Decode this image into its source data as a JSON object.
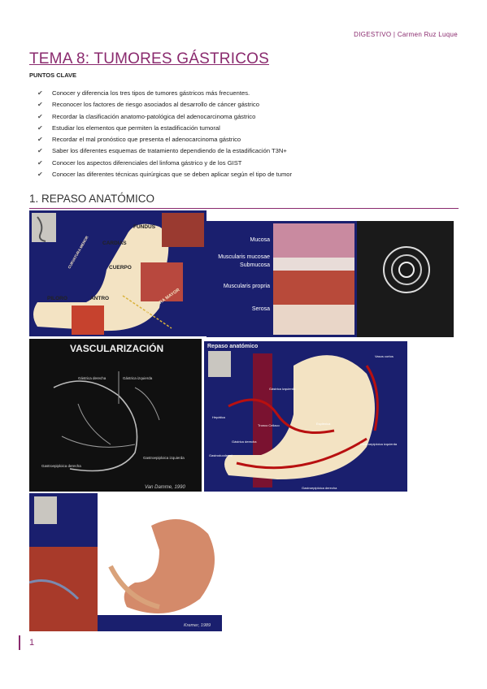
{
  "header": {
    "right_text": "DIGESTIVO | Carmen Ruz Luque"
  },
  "title": "TEMA 8: TUMORES GÁSTRICOS",
  "subtitle": "PUNTOS CLAVE",
  "key_points": [
    "Conocer y diferencia los tres tipos de tumores gástricos más frecuentes.",
    "Reconocer los factores de riesgo asociados al desarrollo de cáncer gástrico",
    "Recordar la clasificación anatomo-patológica del adenocarcinoma gástrico",
    "Estudiar los elementos que permiten la estadificación tumoral",
    "Recordar el mal pronóstico que presenta el adenocarcinoma gástrico",
    "Saber los diferentes esquemas de tratamiento dependiendo de la estadificación T3N+",
    "Conocer los aspectos diferenciales del linfoma gástrico y de los GIST",
    "Conocer las diferentes técnicas quirúrgicas que se deben aplicar según el tipo de tumor"
  ],
  "section": {
    "number": "1.",
    "title": "REPASO ANATÓMICO"
  },
  "figures": {
    "stomach_regions": {
      "labels": [
        "FUNDUS",
        "CARDIAS",
        "CUERPO",
        "PILORO",
        "ANTRO",
        "CURVATURA MAYOR",
        "CURVATURA MENOR"
      ]
    },
    "wall_layers": {
      "labels": [
        "Mucosa",
        "Muscularis mucosae",
        "Submucosa",
        "Muscularis propria",
        "Serosa"
      ]
    },
    "vascularization": {
      "title": "VASCULARIZACIÓN",
      "credit": "Van Damme, 1990",
      "labels": [
        "Gástrica derecha",
        "Gástrica izquierda",
        "Gastroepiploica izquierda",
        "Gastroepiploica derecha"
      ]
    },
    "anatomy_review": {
      "title": "Repaso anatómico",
      "labels": [
        "Vasos cortos",
        "Gástrica izquierda",
        "Hepática",
        "Tronco Celiaco",
        "Esplénica",
        "Gástrica derecha",
        "Gastroduodenal",
        "Gastroepiploica izquierda",
        "Gastroepiploica derecha"
      ]
    },
    "surgery": {
      "credit": "Kremer, 1989"
    }
  },
  "footer": {
    "page_number": "1"
  },
  "colors": {
    "accent": "#8a2a6e",
    "slide_blue": "#1a1f6e",
    "stomach": "#f3e3c3",
    "vessel": "#b81010"
  }
}
